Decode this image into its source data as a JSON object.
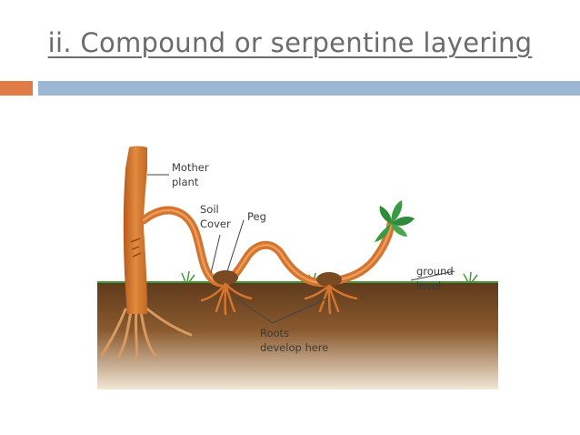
{
  "title": "ii. Compound or serpentine layering",
  "colors": {
    "orange_accent": "#e07b45",
    "blue_accent": "#9bb7d4",
    "soil_dark": "#5e3a1c",
    "soil_light": "#f2e7d6",
    "plant_stem": "#d4742e",
    "grass": "#3f9a3a"
  },
  "diagram": {
    "labels": {
      "mother_plant_line1": "Mother",
      "mother_plant_line2": "plant",
      "soil_cover_line1": "Soil",
      "soil_cover_line2": "Cover",
      "peg": "Peg",
      "ground_level_line1": "ground",
      "ground_level_line2": "level",
      "roots_line1": "Roots",
      "roots_line2": "develop here"
    }
  }
}
